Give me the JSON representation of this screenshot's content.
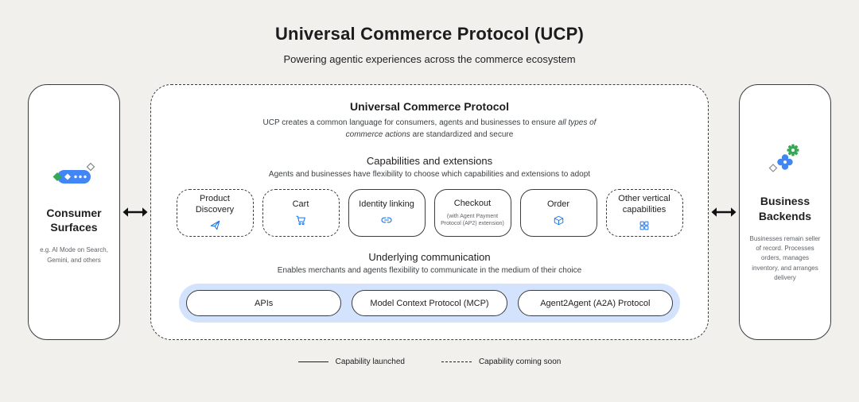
{
  "header": {
    "title": "Universal Commerce Protocol (UCP)",
    "subtitle": "Powering agentic experiences across the commerce ecosystem"
  },
  "consumer": {
    "title": "Consumer Surfaces",
    "note": "e.g. AI Mode on Search, Gemini, and others"
  },
  "business": {
    "title": "Business Backends",
    "note": "Businesses remain seller of record. Processes orders, manages inventory, and arranges delivery"
  },
  "ucp": {
    "title": "Universal Commerce Protocol",
    "desc_pre": "UCP creates a common language for consumers, agents and businesses to ensure ",
    "desc_italic": "all types of commerce actions",
    "desc_post": " are standardized and secure"
  },
  "capabilities": {
    "title": "Capabilities and extensions",
    "subtitle": "Agents and businesses have flexibility to choose which capabilities and extensions to adopt",
    "items": [
      {
        "label": "Product Discovery",
        "icon": "send-icon",
        "status": "coming-soon"
      },
      {
        "label": "Cart",
        "icon": "cart-icon",
        "status": "coming-soon"
      },
      {
        "label": "Identity linking",
        "icon": "link-icon",
        "status": "launched"
      },
      {
        "label": "Checkout",
        "sublabel": "(with Agent Payment Protocol (AP2) extension)",
        "status": "launched"
      },
      {
        "label": "Order",
        "icon": "box-icon",
        "status": "launched"
      },
      {
        "label": "Other vertical capabilities",
        "icon": "grid-icon",
        "status": "coming-soon"
      }
    ]
  },
  "communication": {
    "title": "Underlying communication",
    "subtitle": "Enables merchants and agents flexibility to communicate in the medium of their choice",
    "protocols": [
      "APIs",
      "Model Context Protocol (MCP)",
      "Agent2Agent (A2A) Protocol"
    ]
  },
  "legend": {
    "launched": "Capability launched",
    "coming_soon": "Capability coming soon"
  },
  "colors": {
    "accent_blue": "#1a73e8",
    "brand_blue": "#4285f4",
    "brand_green": "#34a853",
    "container_blue": "#d3e3fd",
    "background": "#f2f0ed"
  }
}
